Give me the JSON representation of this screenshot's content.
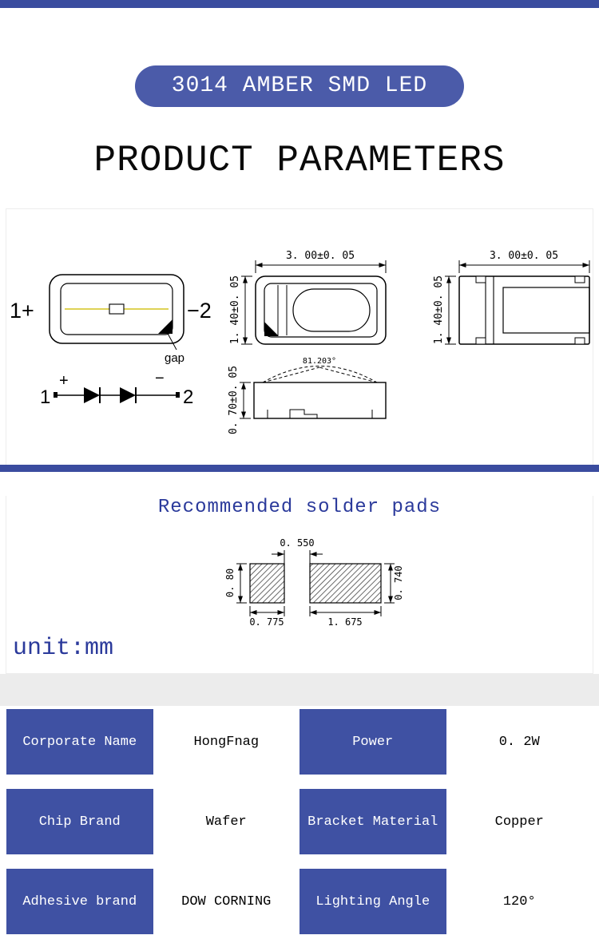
{
  "header": {
    "badge_label": "3014 AMBER SMD LED",
    "title": "PRODUCT PARAMETERS"
  },
  "diagram": {
    "top_view": {
      "pin_left": "1+",
      "pin_right": "−2",
      "gap_label": "gap"
    },
    "front_view": {
      "width_dim": "3. 00±0. 05",
      "height_dim": "1. 40±0. 05"
    },
    "back_view": {
      "width_dim": "3. 00±0. 05",
      "height_dim": "1. 40±0. 05"
    },
    "side_view": {
      "thickness_dim": "0. 70±0. 05",
      "angle_label": "81.203°"
    },
    "circuit": {
      "pin1": "1",
      "plus": "+",
      "minus": "−",
      "pin2": "2"
    }
  },
  "solder_pads": {
    "title": "Recommended solder pads",
    "gap_dim": "0. 550",
    "left_height_dim": "0. 80",
    "right_height_dim": "0. 740",
    "left_width_dim": "0. 775",
    "right_width_dim": "1. 675",
    "unit_label": "unit:mm"
  },
  "spec_table": {
    "rows": [
      {
        "cells": [
          {
            "label": "Corporate Name"
          },
          {
            "label": "HongFnag"
          },
          {
            "label": "Power"
          },
          {
            "label": "0. 2W"
          }
        ]
      },
      {
        "cells": [
          {
            "label": "Chip Brand"
          },
          {
            "label": "Wafer"
          },
          {
            "label": "Bracket Material"
          },
          {
            "label": "Copper"
          }
        ]
      },
      {
        "cells": [
          {
            "label": "Adhesive brand"
          },
          {
            "label": "DOW CORNING"
          },
          {
            "label": "Lighting Angle"
          },
          {
            "label": "120°"
          }
        ]
      }
    ]
  },
  "colors": {
    "accent_blue": "#3f51a3",
    "badge_blue": "#4b5ba9",
    "divider_blue": "#3a4c9f",
    "heading_blue": "#2b3a9b",
    "top_bar": "#3a4c9f"
  }
}
